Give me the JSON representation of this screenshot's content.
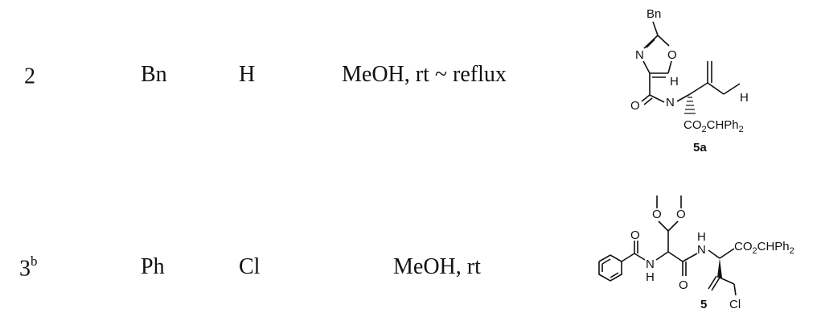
{
  "rows": [
    {
      "entry": "2",
      "entry_sup": "",
      "r1": "Bn",
      "r2": "H",
      "conditions": "MeOH, rt ~ reflux",
      "structure": {
        "compound_label": "5a",
        "atoms": {
          "bn": "Bn",
          "n_ring": "N",
          "o_ring": "O",
          "nh_h": "H",
          "nh_n": "N",
          "amide_o": "O",
          "h_end": "H",
          "ester": "CO",
          "ester_sub": "2",
          "ester_rest": "CHPh",
          "ester_sub2": "2"
        }
      }
    },
    {
      "entry": "3",
      "entry_sup": "b",
      "r1": "Ph",
      "r2": "Cl",
      "conditions": "MeOH, rt",
      "structure": {
        "compound_label": "5",
        "atoms": {
          "ome1": "O",
          "ome2": "O",
          "bz_o": "O",
          "nh1_n": "N",
          "nh1_h": "H",
          "nh2_h": "H",
          "nh2_n": "N",
          "amide2_o": "O",
          "ester": "CO",
          "ester_sub": "2",
          "ester_rest": "CHPh",
          "ester_sub2": "2",
          "cl": "Cl"
        }
      }
    }
  ]
}
